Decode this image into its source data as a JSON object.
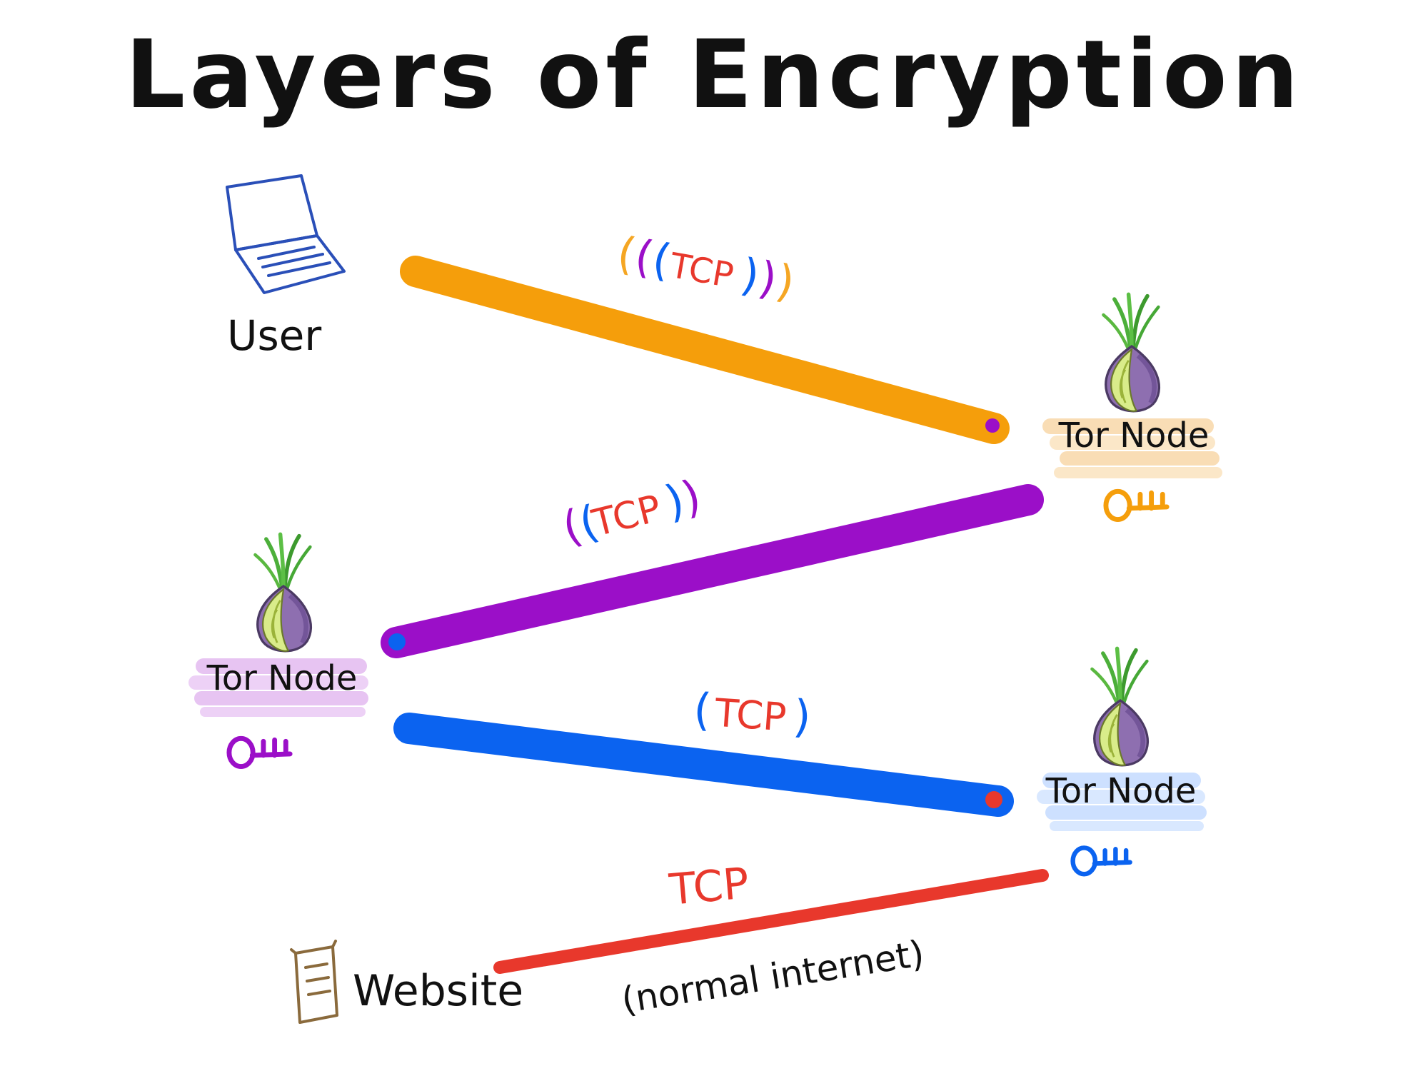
{
  "title": "Layers of Encryption",
  "nodes": {
    "user": {
      "label": "User"
    },
    "node_top": {
      "label": "Tor Node"
    },
    "node_middle": {
      "label": "Tor Node"
    },
    "node_bottom": {
      "label": "Tor Node"
    },
    "website": {
      "label": "Website"
    }
  },
  "links": [
    {
      "from": "user",
      "to": "node_top",
      "protocol": "TCP",
      "parens": 3,
      "color": "#f59e0b"
    },
    {
      "from": "node_top",
      "to": "node_middle",
      "protocol": "TCP",
      "parens": 2,
      "color": "#9b0fc8"
    },
    {
      "from": "node_middle",
      "to": "node_bottom",
      "protocol": "TCP",
      "parens": 1,
      "color": "#0b63f0"
    },
    {
      "from": "node_bottom",
      "to": "website",
      "protocol": "TCP",
      "parens": 0,
      "color": "#e8382c",
      "note": "(normal internet)"
    }
  ],
  "colors": {
    "orange": "#f59e0b",
    "purple": "#9b0fc8",
    "blue": "#0b63f0",
    "red": "#e8382c",
    "ink": "#111111",
    "laptop": "#2a4fb8",
    "document": "#8a6a3c"
  },
  "icons": [
    "laptop-icon",
    "tor-onion-icon",
    "key-icon",
    "document-icon"
  ]
}
